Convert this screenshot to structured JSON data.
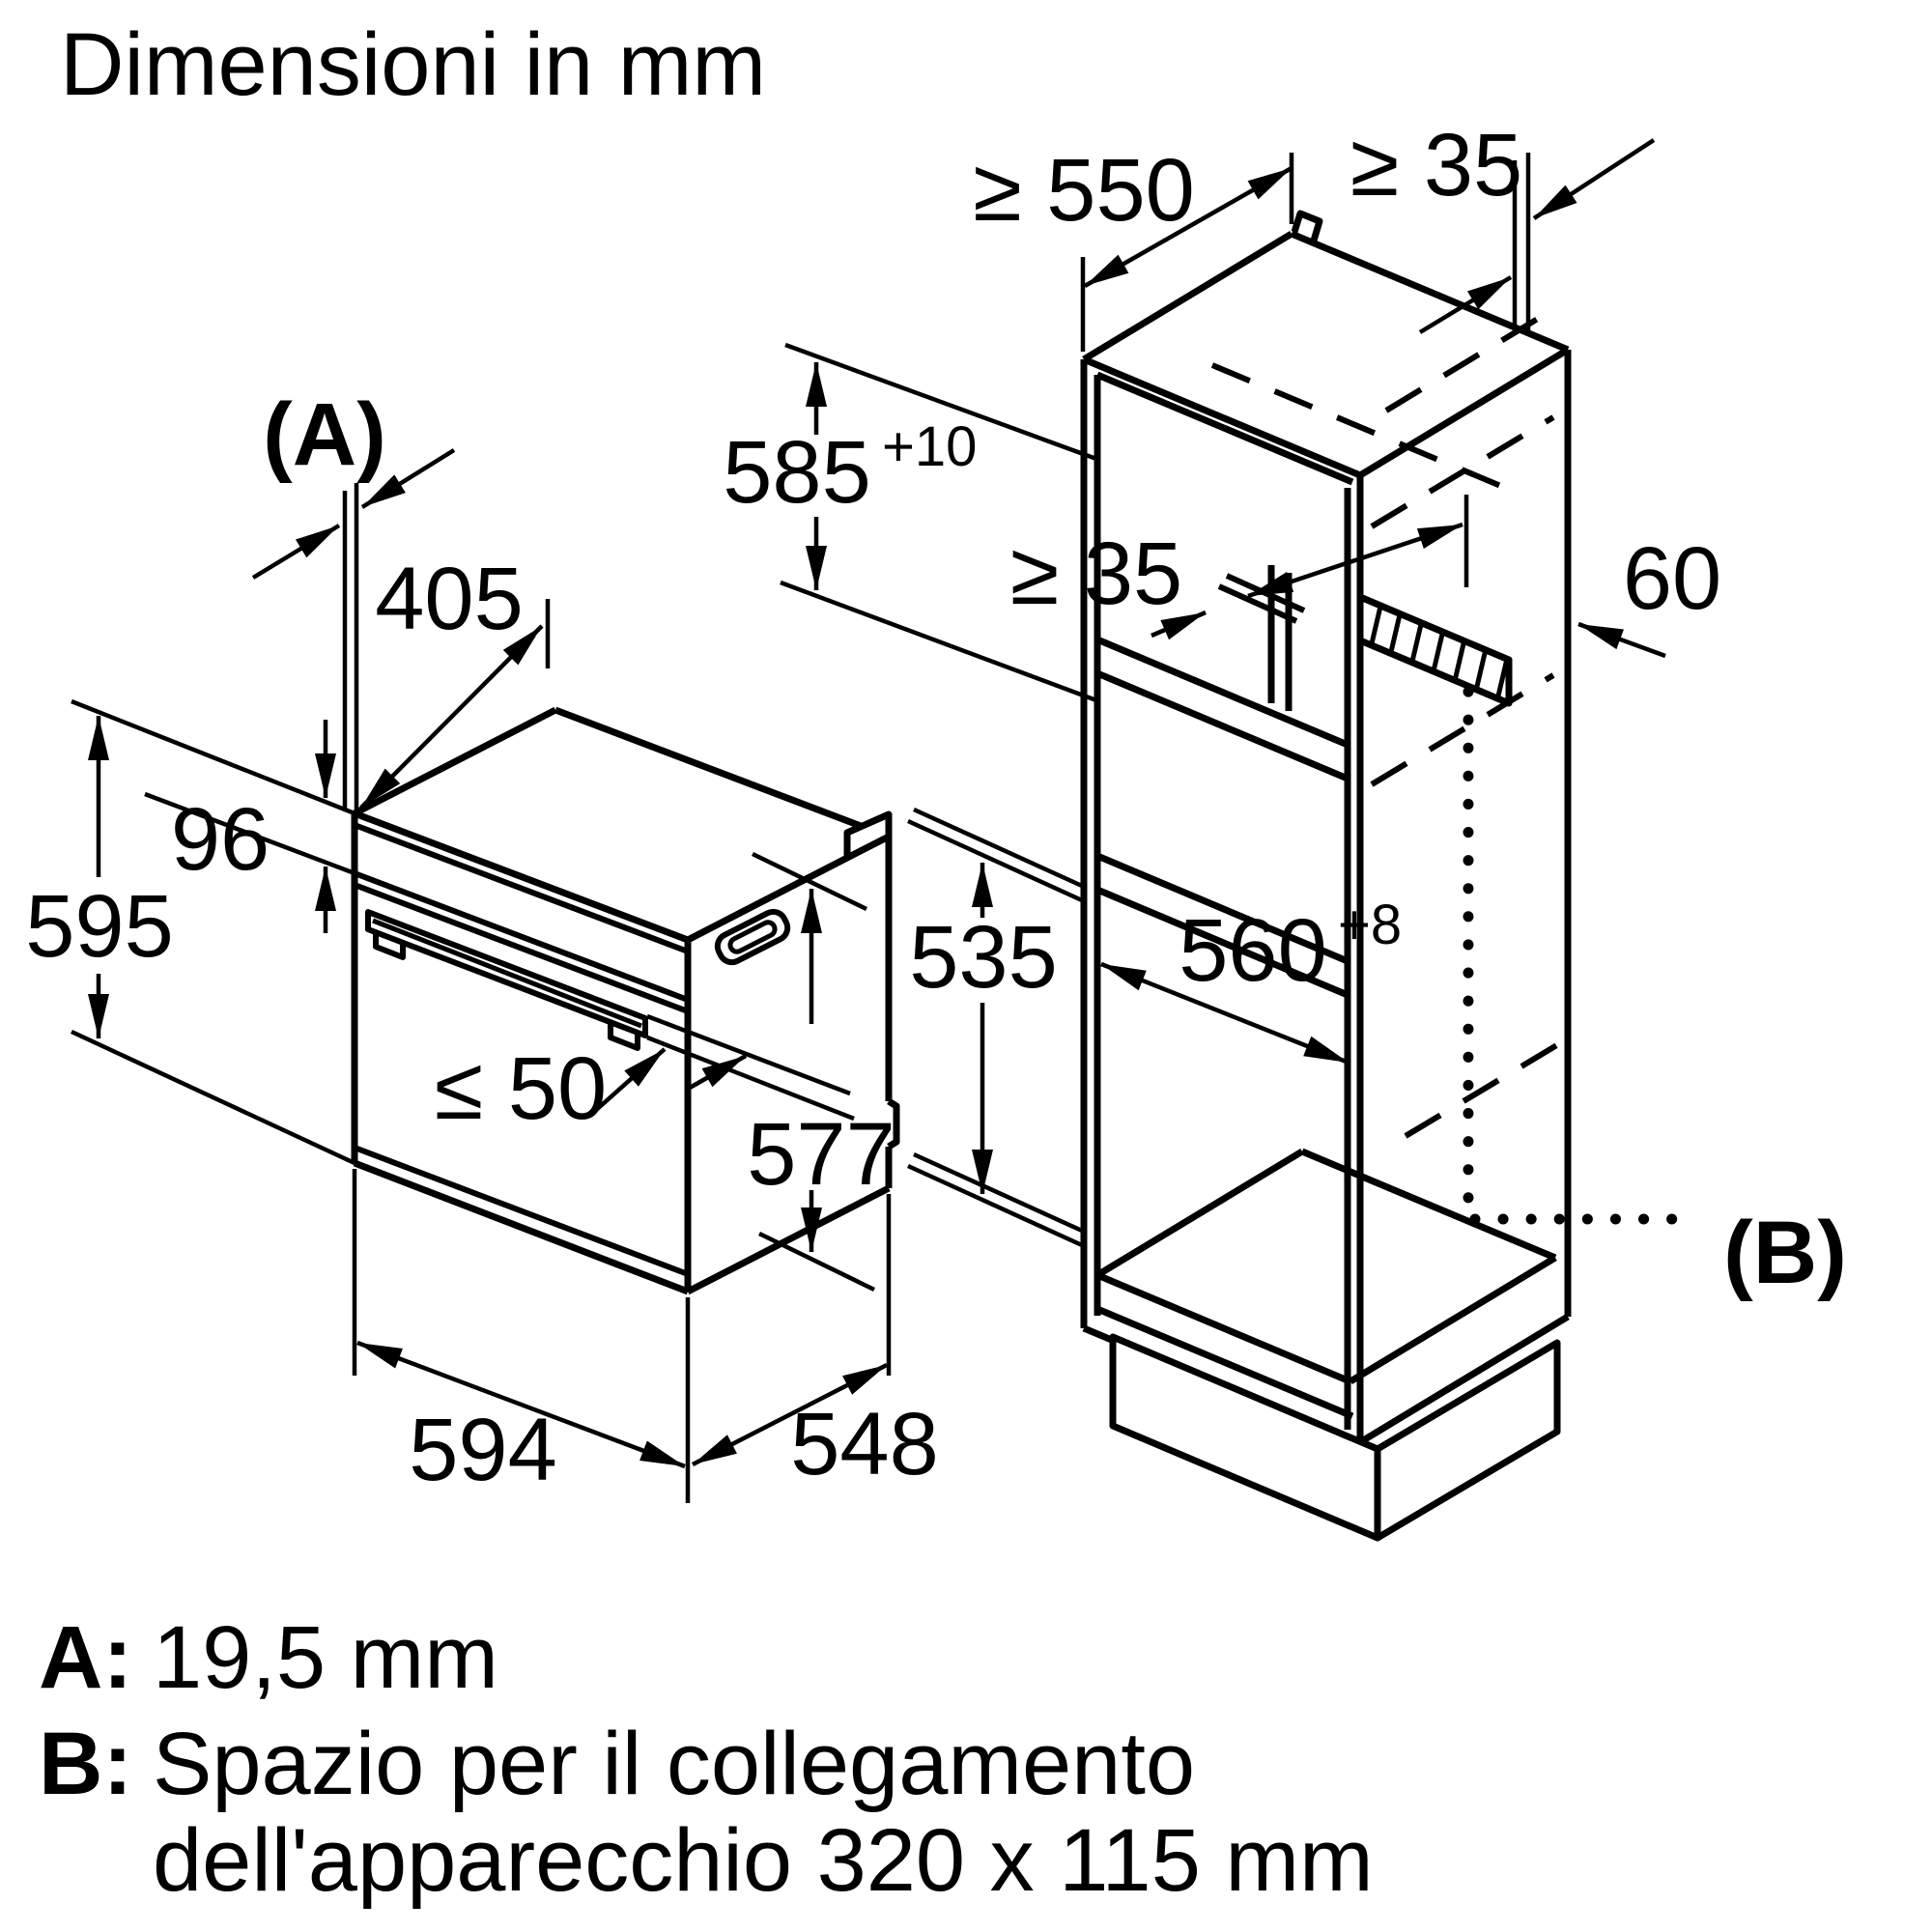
{
  "title": "Dimensioni in mm",
  "oven": {
    "label_a": "(A)",
    "dim_top_depth": "405",
    "dim_panel_height": "96",
    "dim_total_height": "595",
    "dim_max_handle": "≤ 50",
    "dim_body_height": "577",
    "dim_width": "594",
    "dim_body_depth": "548",
    "dim_side_height": "535"
  },
  "cabinet": {
    "dim_min_worktop_depth": "≥ 550",
    "dim_min_gap_top": "≥ 35",
    "dim_niche_height": "585",
    "dim_niche_height_tol": "+10",
    "dim_min_gap_mid": "≥ 35",
    "dim_back_clearance": "60",
    "dim_niche_width": "560",
    "dim_niche_width_tol": "+8",
    "label_b": "(B)"
  },
  "notes": {
    "a_label": "A:",
    "a_value": "19,5 mm",
    "b_label": "B:",
    "b_line1": "Spazio per il collegamento",
    "b_line2": "dell'apparecchio 320 x 115 mm"
  }
}
